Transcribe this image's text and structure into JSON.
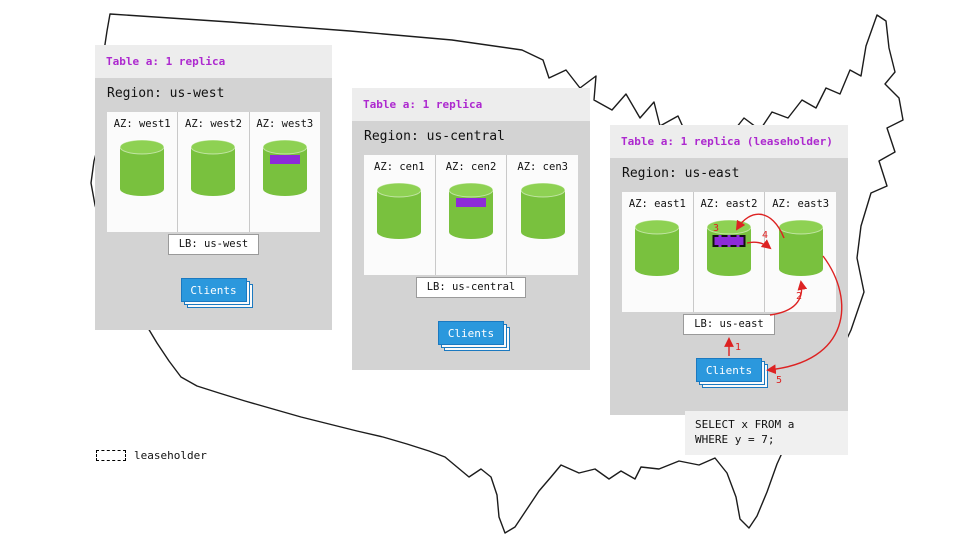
{
  "colors": {
    "panel-body": "#d3d3d3",
    "panel-header": "#ededed",
    "purple": "#ad29cf",
    "replica-purple": "#8d2bd9",
    "green": "#79c13e",
    "green-top": "#8ed153",
    "client-blue": "#2b98dd",
    "client-blue-dark": "#1b79c0",
    "arrow-red": "#dd2222"
  },
  "regions": [
    {
      "table_label": "Table a: 1 replica",
      "region_label": "Region: us-west",
      "azs": [
        {
          "label": "AZ: west1",
          "replica": false,
          "leaseholder": false
        },
        {
          "label": "AZ: west2",
          "replica": false,
          "leaseholder": false
        },
        {
          "label": "AZ: west3",
          "replica": true,
          "leaseholder": false
        }
      ],
      "lb_label": "LB: us-west",
      "clients_label": "Clients"
    },
    {
      "table_label": "Table a: 1 replica",
      "region_label": "Region: us-central",
      "azs": [
        {
          "label": "AZ: cen1",
          "replica": false,
          "leaseholder": false
        },
        {
          "label": "AZ: cen2",
          "replica": true,
          "leaseholder": false
        },
        {
          "label": "AZ: cen3",
          "replica": false,
          "leaseholder": false
        }
      ],
      "lb_label": "LB: us-central",
      "clients_label": "Clients"
    },
    {
      "table_label": "Table a: 1 replica (leaseholder)",
      "region_label": "Region: us-east",
      "azs": [
        {
          "label": "AZ: east1",
          "replica": false,
          "leaseholder": false
        },
        {
          "label": "AZ: east2",
          "replica": true,
          "leaseholder": true
        },
        {
          "label": "AZ: east3",
          "replica": false,
          "leaseholder": false
        }
      ],
      "lb_label": "LB: us-east",
      "clients_label": "Clients"
    }
  ],
  "arrows": {
    "a1": "1",
    "a2": "2",
    "a3": "3",
    "a4": "4",
    "a5": "5"
  },
  "sql": {
    "line1": "SELECT x FROM a",
    "line2": "WHERE y = 7;"
  },
  "legend": {
    "label": "leaseholder"
  }
}
